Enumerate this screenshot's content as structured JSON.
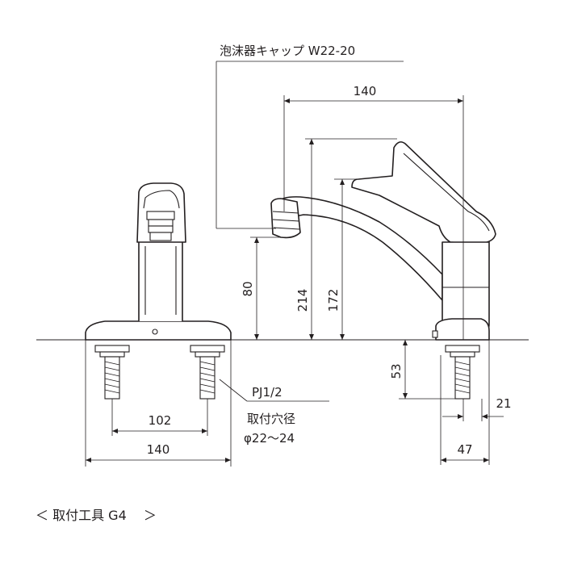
{
  "labels": {
    "aerator_cap": "泡沫器キャップ W22-20",
    "pipe_thread": "PJ1/2",
    "mount_hole": "取付穴径",
    "mount_hole_dia": "φ22～24",
    "mount_tool": "＜ 取付工具 G4　 ＞"
  },
  "dimensions": {
    "spout_reach": "140",
    "total_height": "214",
    "spout_height": "172",
    "aerator_height": "80",
    "shank_length": "53",
    "hole_spacing": "102",
    "base_width": "140",
    "offset_21": "21",
    "offset_47": "47"
  }
}
